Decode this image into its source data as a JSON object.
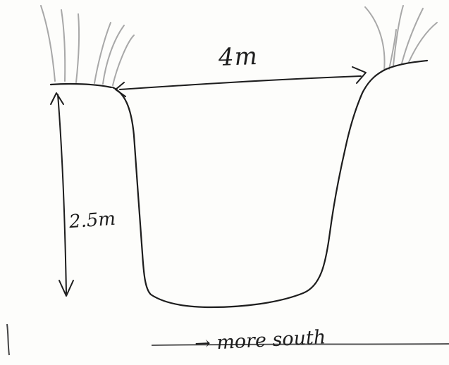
{
  "labels": {
    "width": "4m",
    "depth": "2.5m",
    "direction": "→ more south"
  },
  "colors": {
    "ink": "#1d1d1d",
    "grass": "#a9a9a9",
    "paper": "#fdfdfb"
  }
}
